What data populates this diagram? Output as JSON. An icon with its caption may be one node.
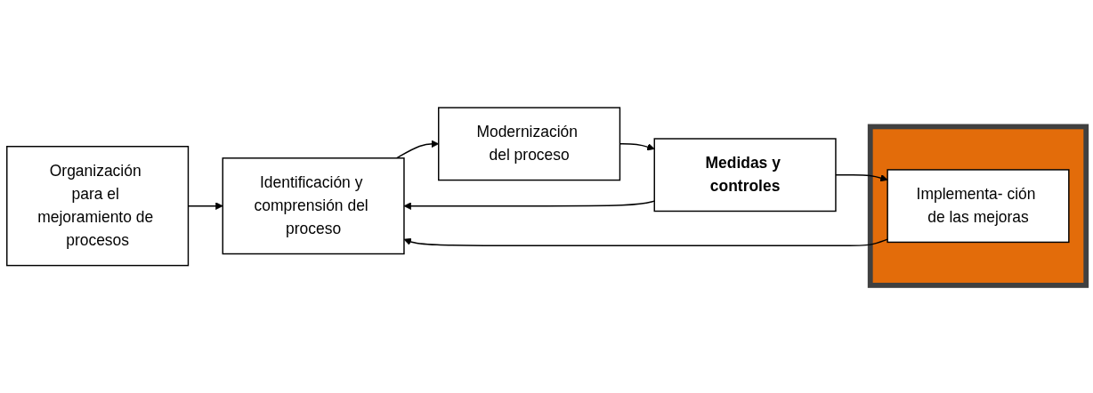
{
  "diagram": {
    "nodes": [
      {
        "text": [
          "Organización para el mejoramiento de procesos"
        ]
      },
      {
        "text": [
          "Identificación y comprensión del proceso"
        ]
      },
      {
        "text": [
          "Modernización del proceso"
        ]
      },
      {
        "text": [
          "Medidas y controles"
        ]
      },
      {
        "text": [],
        "shape": "box"
      },
      {
        "text": [
          "Implementa- ción de las mejoras"
        ],
        "in": 4
      }
    ],
    "edges": [
      {
        "from": 0,
        "to": 1,
        "arrow": "to"
      },
      {
        "from": 1,
        "to": 2,
        "arrow": "to"
      },
      {
        "from": 2,
        "to": 3,
        "arrow": "to"
      },
      {
        "from": 3,
        "to": 5,
        "arrow": "to"
      },
      {
        "from": 3,
        "to": 1,
        "arrow": "to"
      },
      {
        "from": 5,
        "to": 1,
        "arrow": "to"
      }
    ]
  }
}
